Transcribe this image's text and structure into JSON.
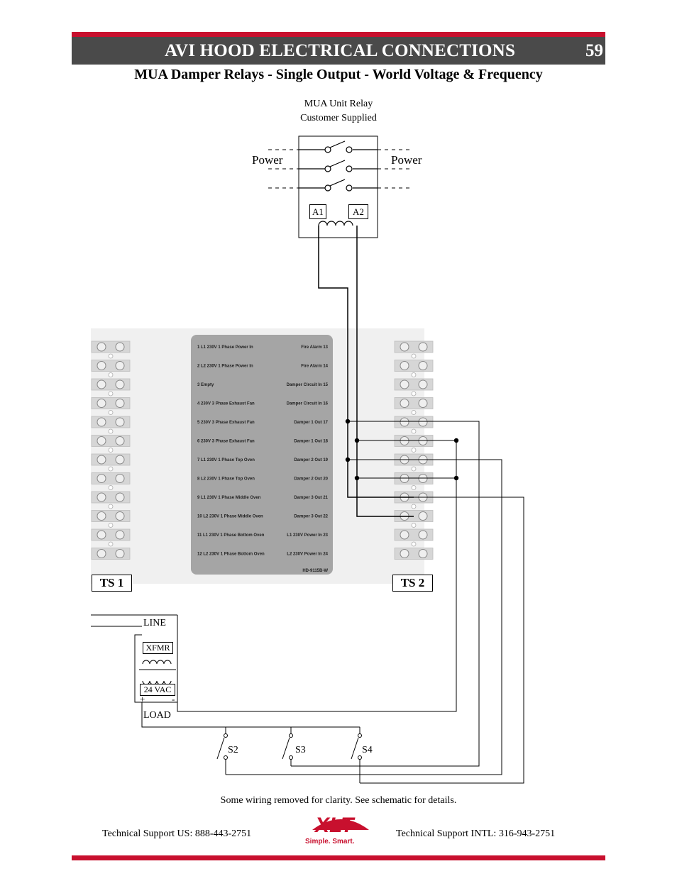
{
  "header": {
    "title": "AVI HOOD ELECTRICAL CONNECTIONS",
    "page_number": "59",
    "accent_color": "#c8102e",
    "bar_color": "#4a4a4a"
  },
  "subtitle": "MUA Damper Relays - Single Output - World Voltage & Frequency",
  "relay": {
    "caption_line1": "MUA Unit Relay",
    "caption_line2": "Customer Supplied",
    "power_left": "Power",
    "power_right": "Power",
    "coil_a1": "A1",
    "coil_a2": "A2"
  },
  "panel": {
    "rows": [
      {
        "left": "1   L1 230V 1 Phase Power In",
        "right": "Fire Alarm   13"
      },
      {
        "left": "2   L2 230V 1 Phase Power In",
        "right": "Fire Alarm   14"
      },
      {
        "left": "3   Empty",
        "right": "Damper Circuit In   15"
      },
      {
        "left": "4   230V 3 Phase Exhaust Fan",
        "right": "Damper Circuit In   16"
      },
      {
        "left": "5   230V 3 Phase Exhaust Fan",
        "right": "Damper 1 Out   17"
      },
      {
        "left": "6   230V 3 Phase Exhaust Fan",
        "right": "Damper 1 Out   18"
      },
      {
        "left": "7   L1 230V 1 Phase Top Oven",
        "right": "Damper 2 Out   19"
      },
      {
        "left": "8   L2 230V 1 Phase Top Oven",
        "right": "Damper 2 Out   20"
      },
      {
        "left": "9   L1 230V 1 Phase Middle Oven",
        "right": "Damper 3 Out   21"
      },
      {
        "left": "10   L2 230V 1 Phase Middle Oven",
        "right": "Damper 3 Out   22"
      },
      {
        "left": "11   L1 230V 1 Phase Bottom Oven",
        "right": "L1 230V Power In   23"
      },
      {
        "left": "12   L2 230V 1 Phase Bottom Oven",
        "right": "L2 230V Power In   24"
      }
    ],
    "part_number": "HD-9115B-W"
  },
  "terminal_strips": {
    "ts1": "TS 1",
    "ts2": "TS 2"
  },
  "transformer": {
    "line": "LINE",
    "xfmr": "XFMR",
    "vac": "24 VAC",
    "plus": "+",
    "minus": "-",
    "load": "LOAD"
  },
  "switches": [
    "S2",
    "S3",
    "S4"
  ],
  "note": "Some wiring removed for clarity.  See schematic for details.",
  "footer": {
    "support_us": "Technical Support  US:  888-443-2751",
    "support_intl": "Technical Support  INTL:  316-943-2751",
    "logo_text": "XLT",
    "logo_tagline": "Simple. Smart.",
    "logo_color": "#c8102e"
  }
}
